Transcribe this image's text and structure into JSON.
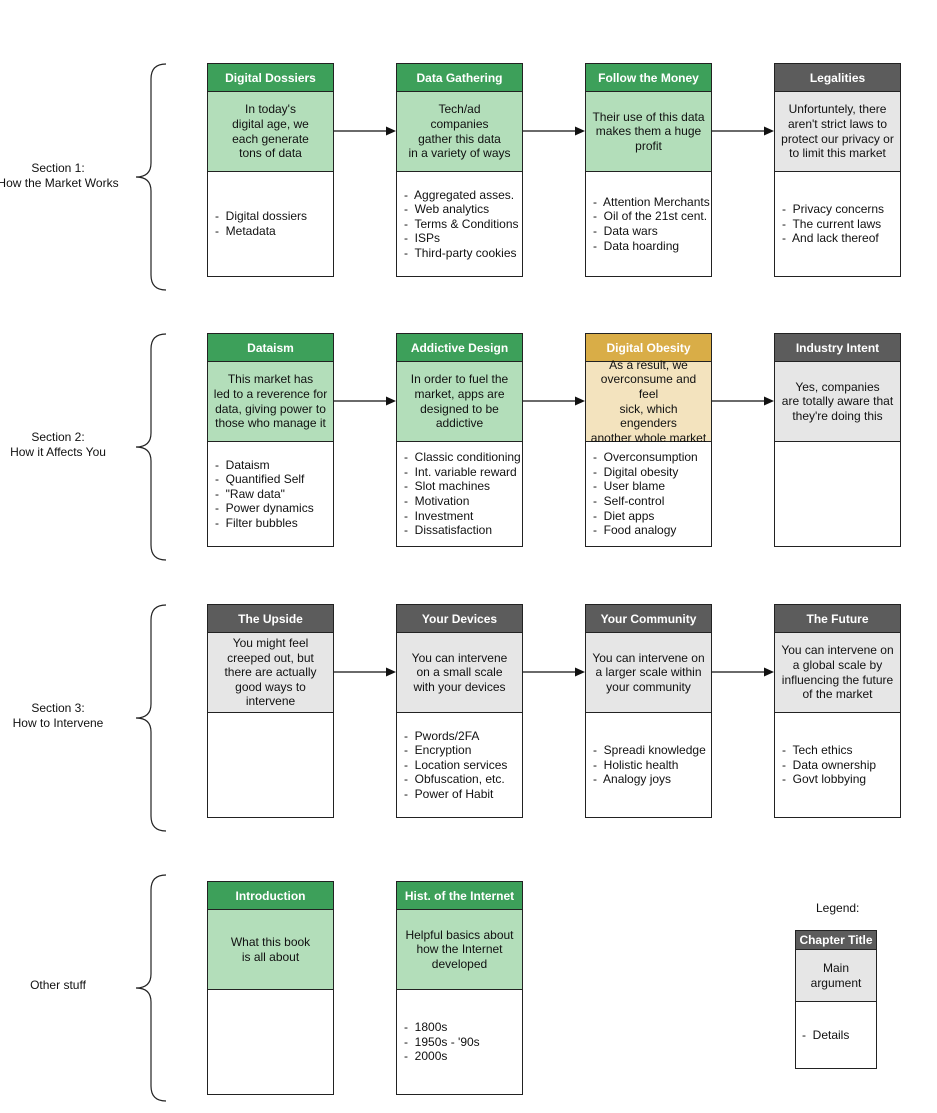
{
  "sections": [
    {
      "label": "Section 1:\nHow the Market Works",
      "cards": [
        {
          "title": "Digital Dossiers",
          "color": "green",
          "main": "In today's\ndigital age, we\neach generate\ntons of data",
          "details": [
            "Digital dossiers",
            "Metadata"
          ]
        },
        {
          "title": "Data Gathering",
          "color": "green",
          "main": "Tech/ad\ncompanies\ngather this data\nin a variety of ways",
          "details": [
            "Aggregated asses.",
            "Web analytics",
            "Terms & Conditions",
            "ISPs",
            "Third-party cookies"
          ]
        },
        {
          "title": "Follow the Money",
          "color": "green",
          "main": "Their use of this data\nmakes them a huge\nprofit",
          "details": [
            "Attention Merchants",
            "Oil of the 21st cent.",
            "Data wars",
            "Data hoarding"
          ]
        },
        {
          "title": "Legalities",
          "color": "gray",
          "main": "Unfortuntely, there\naren't strict laws to\nprotect our privacy or\nto limit this market",
          "details": [
            "Privacy concerns",
            "The current laws",
            "And lack thereof"
          ]
        }
      ]
    },
    {
      "label": "Section 2:\nHow it Affects You",
      "cards": [
        {
          "title": "Dataism",
          "color": "green",
          "main": "This market has\nled to a reverence for\ndata, giving power to\nthose who manage it",
          "details": [
            "Dataism",
            "Quantified Self",
            "\"Raw data\"",
            "Power dynamics",
            "Filter bubbles"
          ]
        },
        {
          "title": "Addictive Design",
          "color": "green",
          "main": "In order to fuel the\nmarket, apps are\ndesigned to be\naddictive",
          "details": [
            "Classic conditioning",
            "Int. variable reward",
            "Slot machines",
            "Motivation",
            "Investment",
            "Dissatisfaction"
          ]
        },
        {
          "title": "Digital Obesity",
          "color": "gold",
          "main": "As a result, we\noverconsume and feel\nsick, which engenders\nanother whole market",
          "details": [
            "Overconsumption",
            "Digital obesity",
            "User blame",
            "Self-control",
            "Diet apps",
            "Food analogy"
          ]
        },
        {
          "title": "Industry Intent",
          "color": "gray",
          "main": "Yes, companies\nare totally aware that\nthey're doing this",
          "details": []
        }
      ]
    },
    {
      "label": "Section 3:\nHow to Intervene",
      "cards": [
        {
          "title": "The Upside",
          "color": "gray",
          "main": "You might feel\ncreeped out, but\nthere are actually\ngood ways to\nintervene",
          "details": []
        },
        {
          "title": "Your Devices",
          "color": "gray",
          "main": "You can intervene\non a small scale\nwith your devices",
          "details": [
            "Pwords/2FA",
            "Encryption",
            "Location services",
            "Obfuscation, etc.",
            "Power of Habit"
          ]
        },
        {
          "title": "Your Community",
          "color": "gray",
          "main": "You can intervene on\na larger scale within\nyour community",
          "details": [
            "Spreadi knowledge",
            "Holistic health",
            "Analogy joys"
          ]
        },
        {
          "title": "The Future",
          "color": "gray",
          "main": "You can intervene on\na global scale by\ninfluencing the future\nof the market",
          "details": [
            "Tech ethics",
            "Data ownership",
            "Govt lobbying"
          ]
        }
      ]
    },
    {
      "label": "Other stuff",
      "cards": [
        {
          "title": "Introduction",
          "color": "green",
          "main": "What this book\nis all about",
          "details": []
        },
        {
          "title": "Hist. of the Internet",
          "color": "green",
          "main": "Helpful basics about\nhow the Internet\ndeveloped",
          "details": [
            "1800s",
            "1950s - '90s",
            "2000s"
          ]
        }
      ]
    }
  ],
  "legend": {
    "label": "Legend:",
    "title": "Chapter Title",
    "main": "Main\nargument",
    "details": [
      "Details"
    ]
  },
  "colors": {
    "green_title": "#3da05a",
    "green_body": "#b3deba",
    "gray_title": "#5c5c5c",
    "gray_body": "#e6e6e6",
    "gold_title": "#d9ad47",
    "gold_body": "#f3e3be"
  }
}
